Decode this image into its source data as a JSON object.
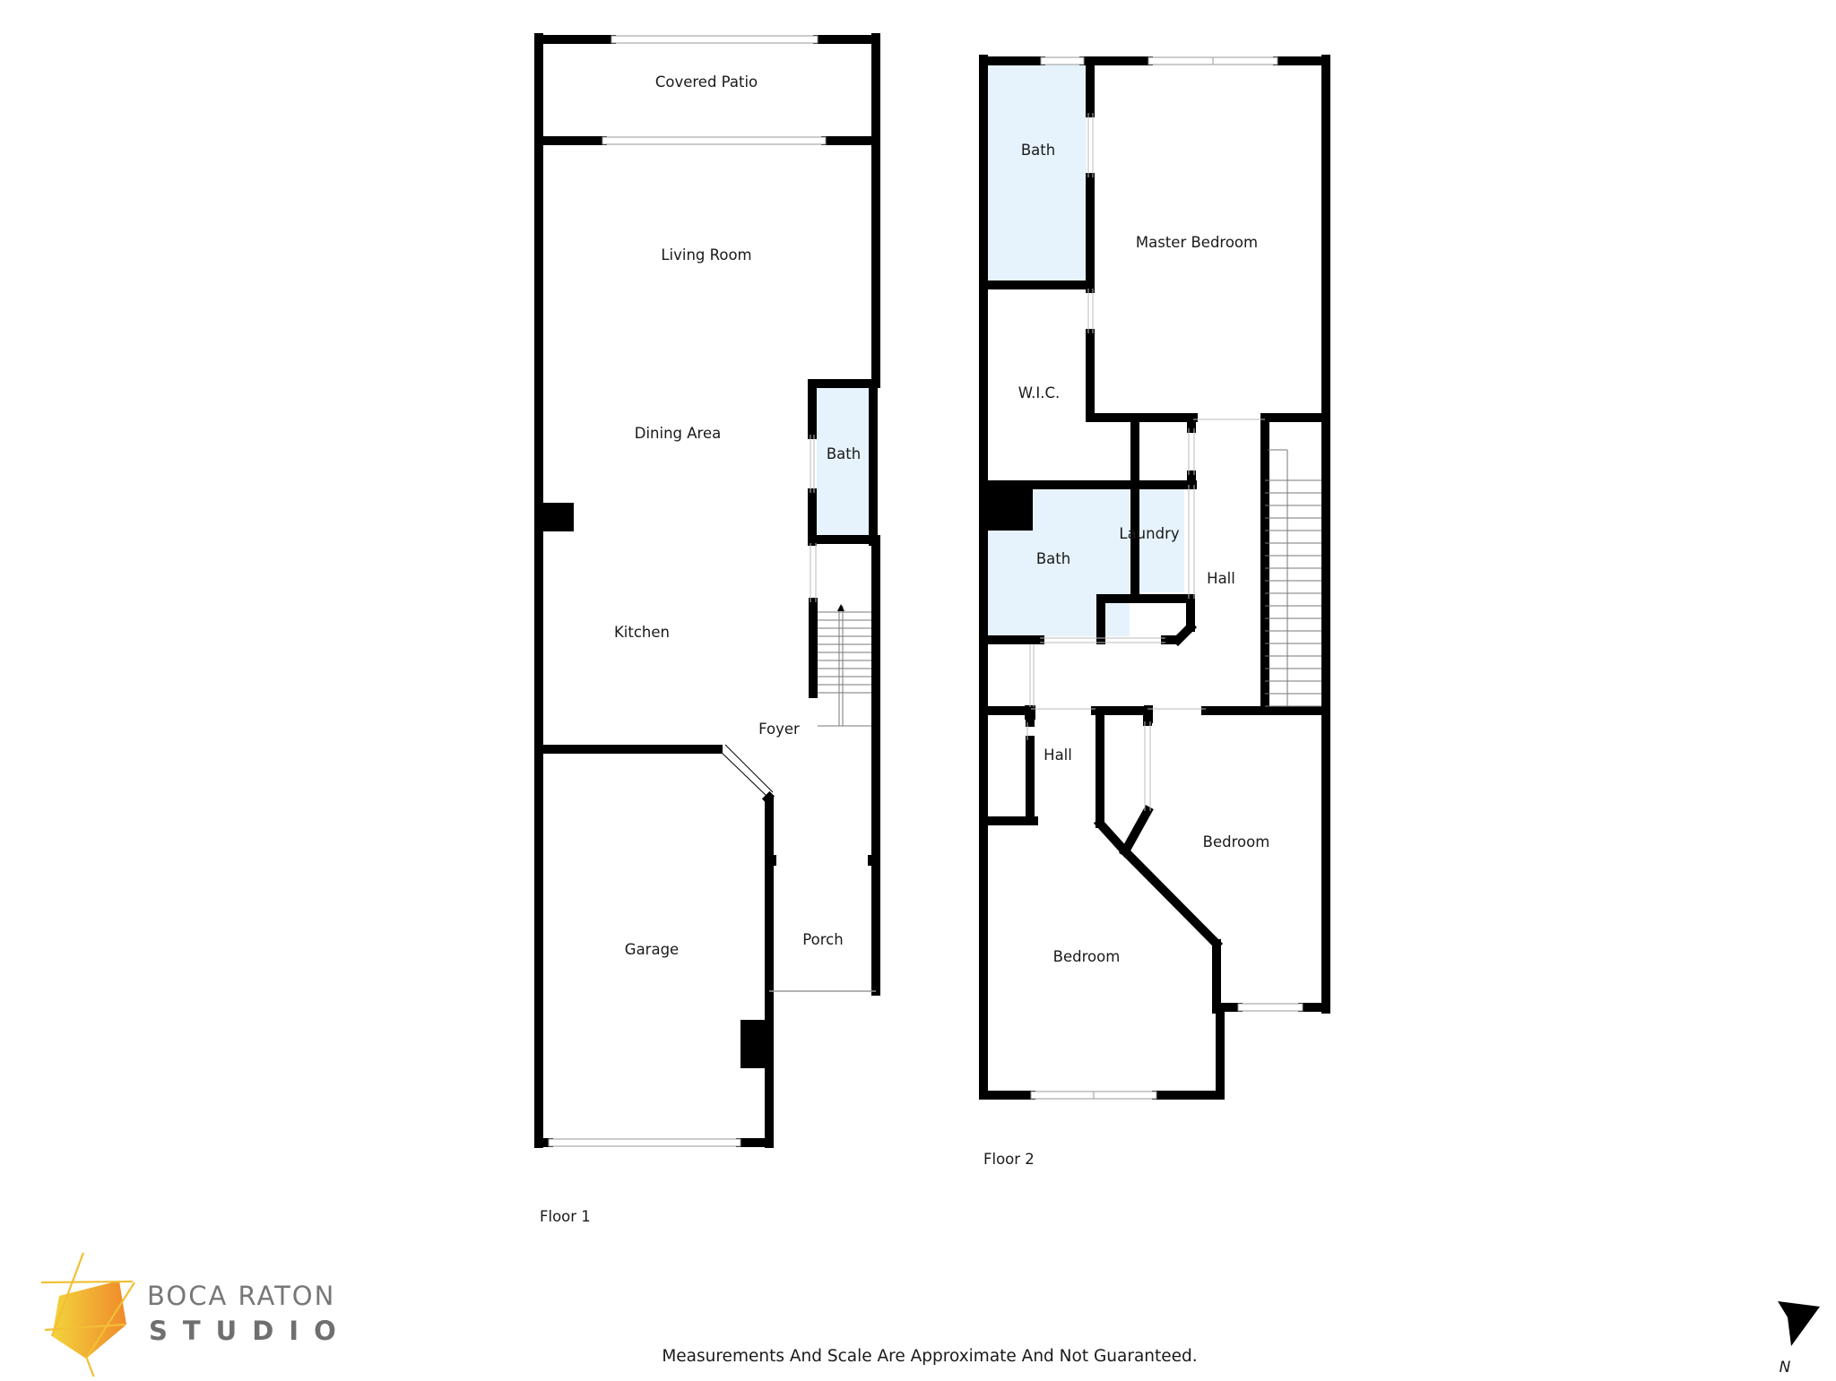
{
  "colors": {
    "wall": "#000000",
    "wet_room_fill": "#e6f3fc",
    "window": "#ffffff",
    "logo_gradient_start": "#f0cf3a",
    "logo_gradient_end": "#f08a2a"
  },
  "floor1": {
    "label": "Floor 1",
    "rooms": {
      "covered_patio": "Covered Patio",
      "living_room": "Living Room",
      "dining_area": "Dining Area",
      "bath": "Bath",
      "kitchen": "Kitchen",
      "foyer": "Foyer",
      "garage": "Garage",
      "porch": "Porch"
    }
  },
  "floor2": {
    "label": "Floor 2",
    "rooms": {
      "bath_master": "Bath",
      "master_bedroom": "Master Bedroom",
      "wic": "W.I.C.",
      "bath_hall": "Bath",
      "laundry": "Laundry",
      "hall_upper": "Hall",
      "hall_lower": "Hall",
      "bedroom_right": "Bedroom",
      "bedroom_left": "Bedroom"
    }
  },
  "disclaimer": "Measurements And Scale Are Approximate And Not Guaranteed.",
  "brand": {
    "line1": "BOCA RATON",
    "line2": "STUDIO",
    "logo_icon": "aperture-hexagon-logo"
  },
  "compass": {
    "icon": "north-arrow-icon",
    "label": "N"
  }
}
